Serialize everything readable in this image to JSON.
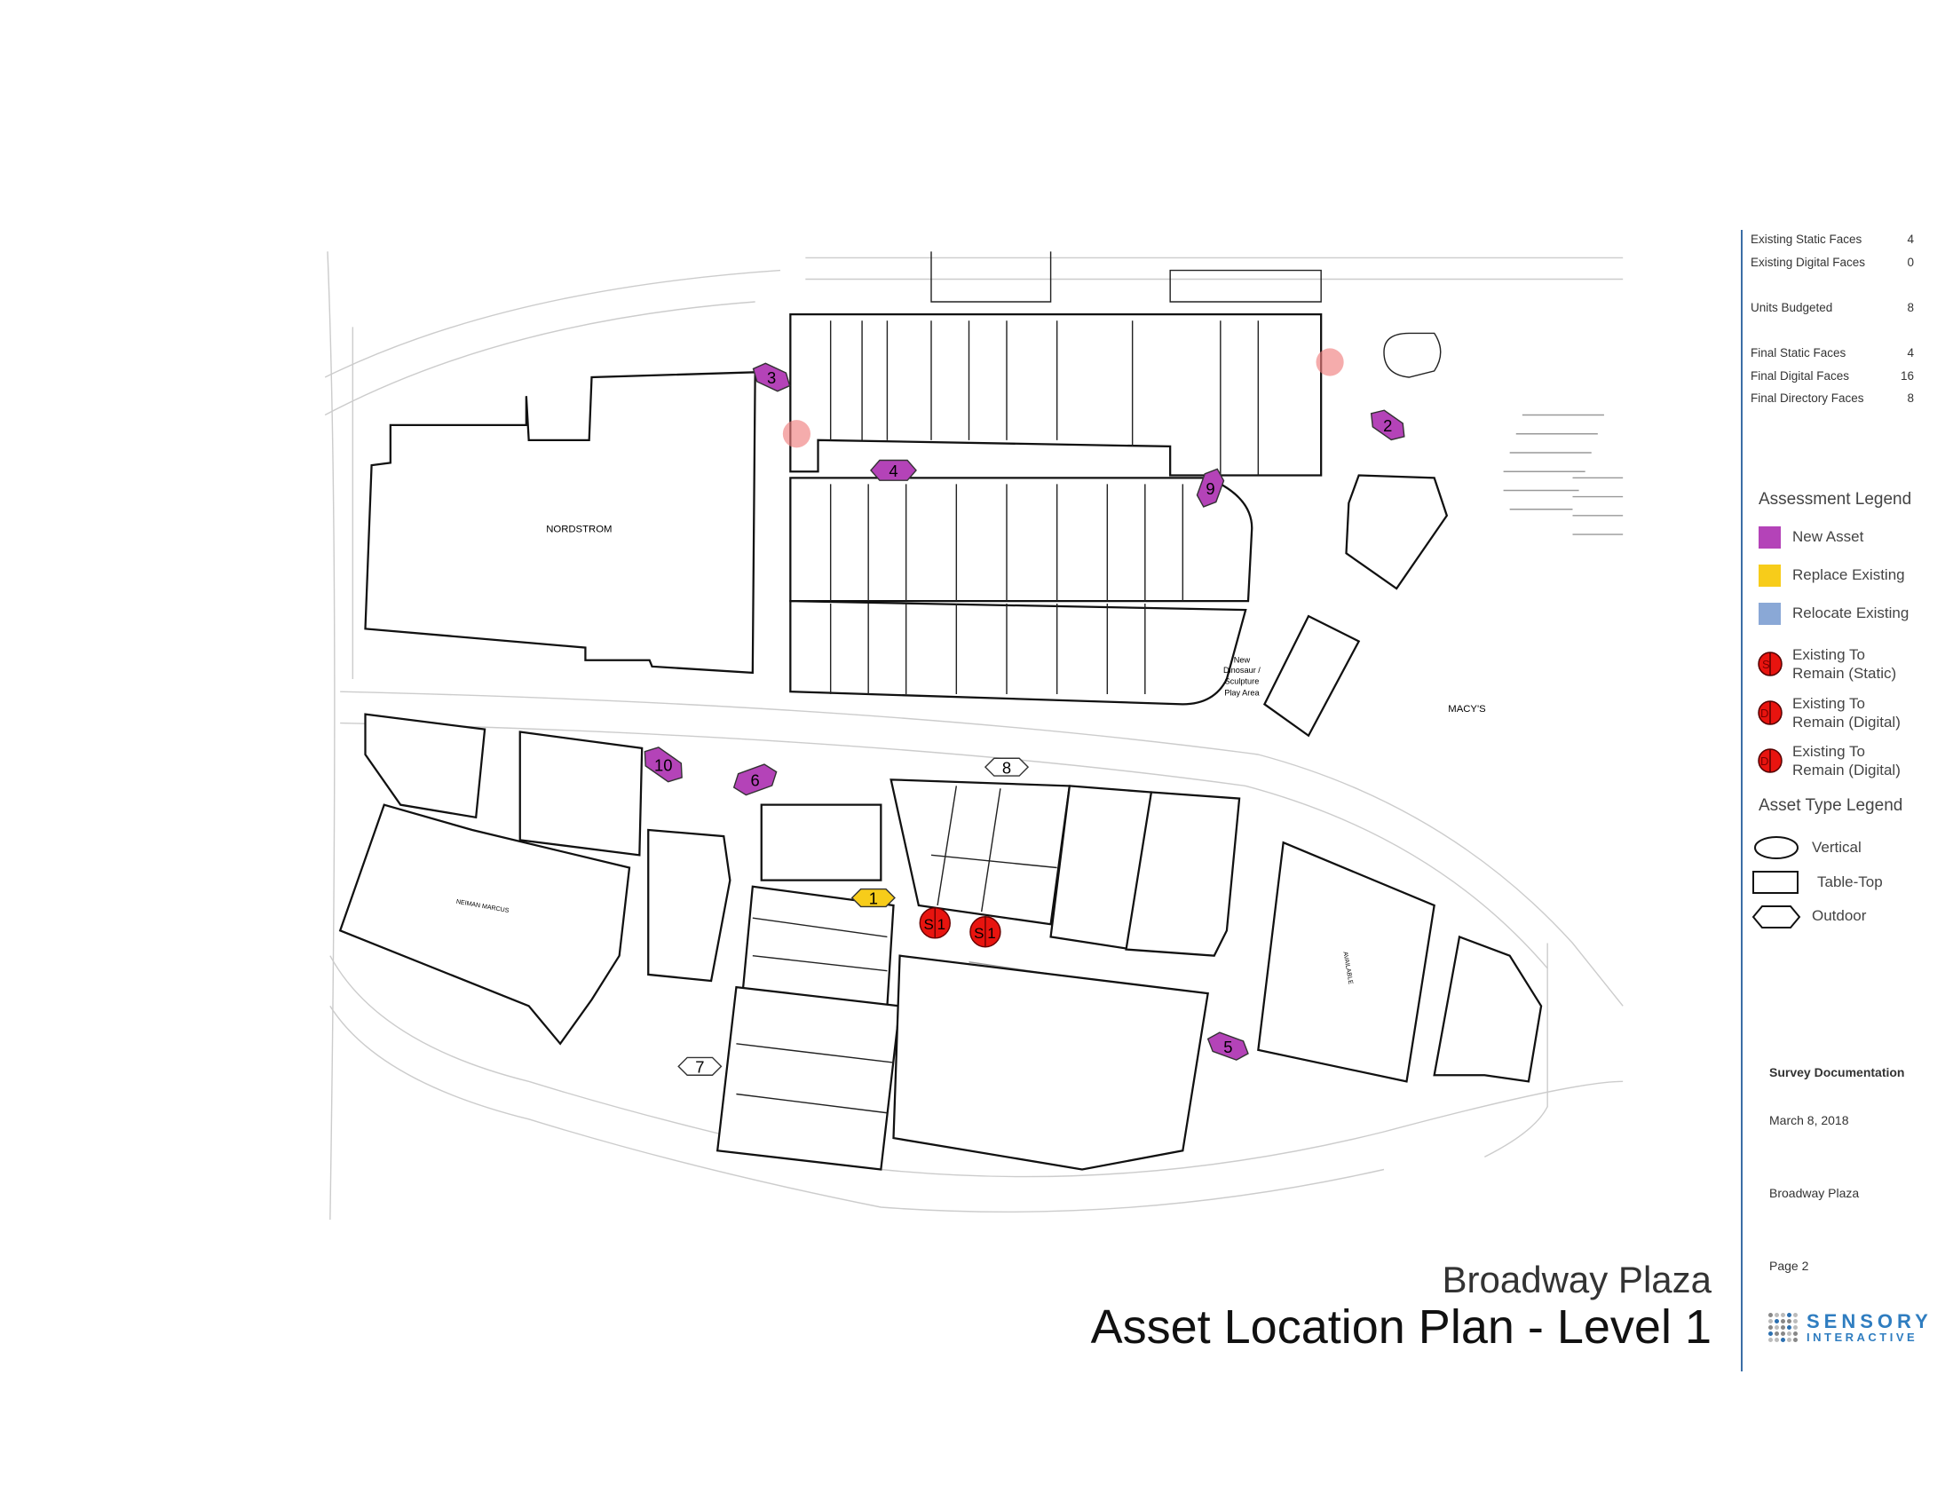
{
  "stats": [
    {
      "label": "Existing Static Faces",
      "value": "4"
    },
    {
      "label": "Existing Digital Faces",
      "value": "0"
    },
    {
      "label": "Units Budgeted",
      "value": "8"
    },
    {
      "label": "Final Static Faces",
      "value": "4"
    },
    {
      "label": "Final Digital Faces",
      "value": "16"
    },
    {
      "label": "Final Directory Faces",
      "value": "8"
    }
  ],
  "assessment_legend": {
    "title": "Assessment Legend",
    "items": [
      {
        "label": "New Asset",
        "color": "#b443b8"
      },
      {
        "label": "Replace Existing",
        "color": "#f7cc1a"
      },
      {
        "label": "Relocate Existing",
        "color": "#8aa8d6"
      },
      {
        "label": "Existing To Remain (Static)",
        "line1": "Existing To",
        "line2": "Remain (Static)",
        "glyph": "S",
        "color": "#e8140f"
      },
      {
        "label": "Existing To Remain (Digital)",
        "line1": "Existing To",
        "line2": "Remain (Digital)",
        "glyph": "D",
        "color": "#e8140f"
      },
      {
        "label": "Existing To Remain (Digital)",
        "line1": "Existing To",
        "line2": "Remain (Digital)",
        "glyph": "D",
        "color": "#e8140f"
      }
    ]
  },
  "asset_type_legend": {
    "title": "Asset Type Legend",
    "items": [
      {
        "label": "Vertical",
        "shape": "ellipse"
      },
      {
        "label": "Table-Top",
        "shape": "rectangle"
      },
      {
        "label": "Outdoor",
        "shape": "hexagon"
      }
    ]
  },
  "info": {
    "heading": "Survey Documentation",
    "date": "March 8, 2018",
    "property": "Broadway Plaza",
    "page": "Page  2"
  },
  "logo": {
    "line1": "SENSORY",
    "line2": "INTERACTIVE"
  },
  "title": {
    "property": "Broadway Plaza",
    "plan": "Asset Location Plan - Level 1"
  },
  "map": {
    "stores": {
      "nordstrom": "NORDSTROM",
      "macys": "MACY'S",
      "neiman": "NEIMAN MARCUS",
      "available": "AVAILABLE",
      "play_area_1": "New",
      "play_area_2": "Dinosaur /",
      "play_area_3": "Sculpture",
      "play_area_4": "Play Area"
    },
    "markers": [
      {
        "label": "1",
        "status": "Replace Existing",
        "type": "Outdoor"
      },
      {
        "label": "2",
        "status": "New Asset",
        "type": "Outdoor"
      },
      {
        "label": "3",
        "status": "New Asset",
        "type": "Outdoor"
      },
      {
        "label": "4",
        "status": "New Asset",
        "type": "Outdoor"
      },
      {
        "label": "5",
        "status": "New Asset",
        "type": "Outdoor"
      },
      {
        "label": "6",
        "status": "New Asset",
        "type": "Outdoor"
      },
      {
        "label": "7",
        "status": "Outdoor",
        "type": "Outdoor"
      },
      {
        "label": "8",
        "status": "Outdoor",
        "type": "Outdoor"
      },
      {
        "label": "9",
        "status": "New Asset",
        "type": "Outdoor"
      },
      {
        "label": "10",
        "status": "New Asset",
        "type": "Outdoor"
      },
      {
        "label": "S",
        "num": "1",
        "status": "Existing To Remain (Static)"
      },
      {
        "label": "S",
        "num": "1",
        "status": "Existing To Remain (Static)"
      }
    ]
  }
}
